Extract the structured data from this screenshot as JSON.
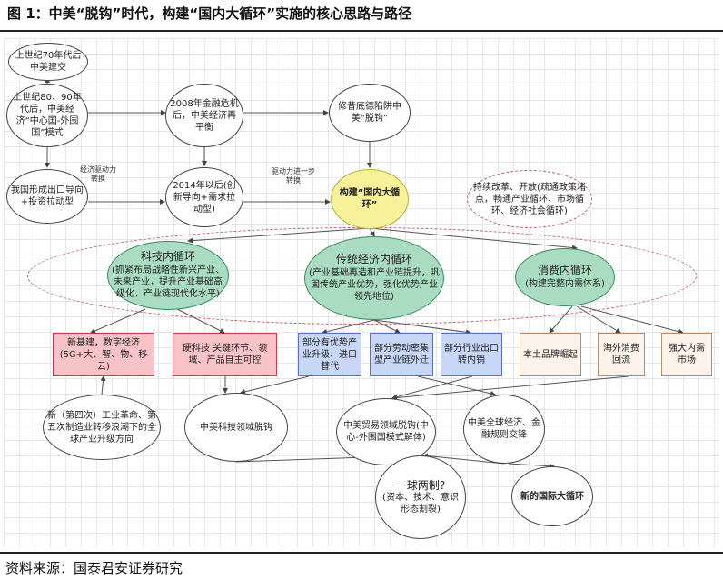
{
  "title": "图 1：中美“脱钩”时代，构建“国内大循环”实施的核心思路与路径",
  "source": "资料来源：国泰君安证券研究",
  "nodes": {
    "n1": "上世纪70年代后中美建交",
    "n2": "上世纪80、90年代后，中美经济“中心国-外围国”模式",
    "n3": "2008年金融危机后，中美经济再平衡",
    "n4": "修昔底德陷阱中美“脱钩”",
    "n5": "我国形成出口导向+投资拉动型",
    "n6": "2014年以后(创新导向+需求拉动型)",
    "n7": "构建“国内大循环”",
    "bubble": "持续改革、开放(疏通政策堵点，畅通产业循环、市场循环、经济社会循环)",
    "g1_title": "科技内循环",
    "g1_sub": "(抓紧布局战略性新兴产业、未来产业，提升产业基础高级化、产业链现代化水平)",
    "g2_title": "传统经济内循环",
    "g2_sub": "(产业基础再造和产业链提升，巩固传统产业优势，强化优势产业领先地位)",
    "g3_title": "消费内循环",
    "g3_sub": "(构建完整内需体系)",
    "b1": "新基建，数字经济(5G+大、智、物、移云)",
    "b2": "硬科技 关键环节、领域、产品自主可控",
    "b3": "部分有优势产业升级、进口替代",
    "b4": "部分劳动密集型产业链外迁",
    "b5": "部分行业出口转内销",
    "b6": "本土品牌崛起",
    "b7": "海外消费回流",
    "b8": "强大内需市场",
    "e1": "新（第四次）工业革命、第五次制造业转移浪潮下的全球产业升级方向",
    "e2": "中美科技领域脱钩",
    "e3": "中美贸易领域脱钩(中心-外围国模式解体)",
    "e4": "中美全球经济、金融规则交锋",
    "e5_title": "一球两制?",
    "e5_sub": "(资本、技术、意识形态割裂)",
    "e6": "新的国际大循环"
  },
  "labels": {
    "l1": "经济驱动力转换",
    "l2": "驱动力进一步转换"
  }
}
